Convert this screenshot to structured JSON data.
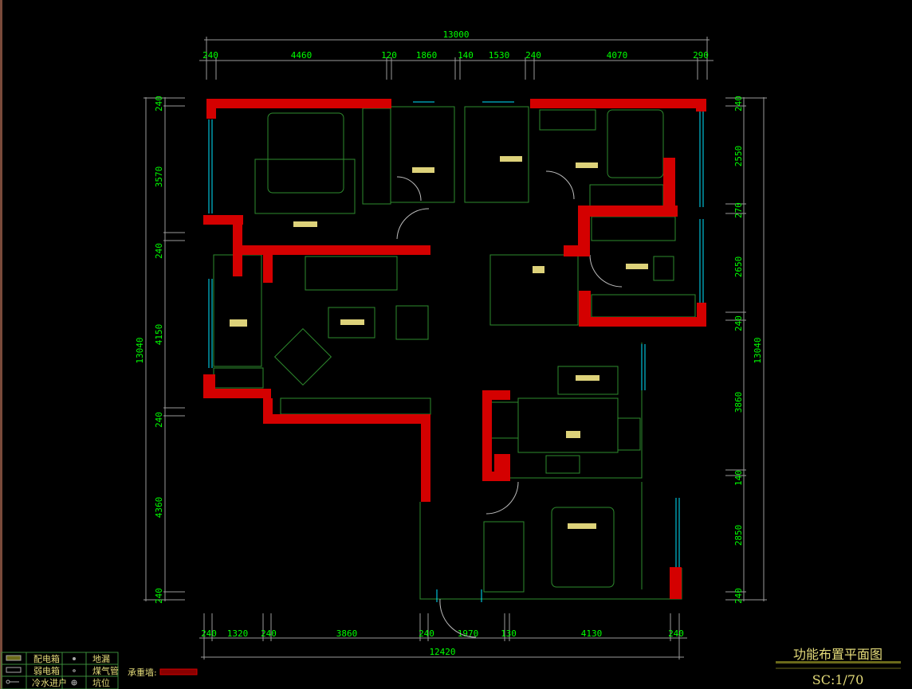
{
  "drawing": {
    "title": "功能布置平面图",
    "scale": "SC:1/70"
  },
  "dimensions": {
    "top_total": "13000",
    "top": [
      "240",
      "4460",
      "120",
      "1860",
      "140",
      "1530",
      "240",
      "4070",
      "290"
    ],
    "bottom_total": "12420",
    "bottom": [
      "240",
      "1320",
      "240",
      "3860",
      "240",
      "1970",
      "130",
      "4130",
      "240"
    ],
    "left_total": "13040",
    "left": [
      "240",
      "3570",
      "240",
      "4150",
      "240",
      "4360",
      "240"
    ],
    "right_total": "13040",
    "right": [
      "240",
      "2550",
      "270",
      "2650",
      "240",
      "3860",
      "140",
      "2850",
      "240"
    ]
  },
  "legend": {
    "items": [
      "配电箱",
      "弱电箱",
      "冷水进户",
      "地漏",
      "煤气管",
      "坑位"
    ],
    "bearing_wall": "承重墙:"
  },
  "colors": {
    "wall": "#d40000",
    "dimension_text": "#00ff00",
    "window": "#00e5ff",
    "furniture": "#2e8b2e",
    "label": "#e5dc7a"
  }
}
